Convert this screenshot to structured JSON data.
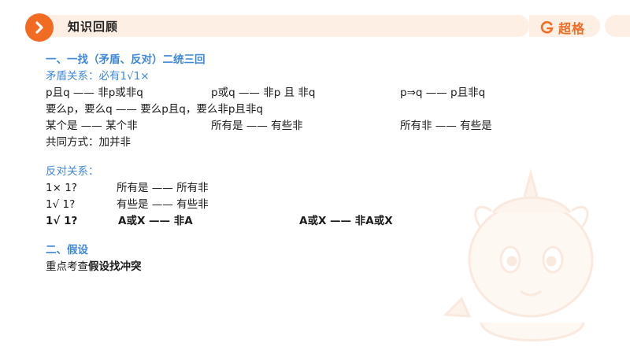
{
  "header": {
    "title": "知识回顾",
    "brand": "超格"
  },
  "colors": {
    "accent": "#f26b22",
    "heading": "#3f88d9",
    "header_bg": "#fdefe3"
  },
  "section1": {
    "heading": "一、一找（矛盾、反对）二统三回",
    "contradiction_label": "矛盾关系：必有1√1×",
    "rows": [
      [
        "p且q  ——  非p或非q",
        "p或q  ——  非p 且 非q",
        "p⇒q  ——  p且非q"
      ],
      [
        "要么p，要么q  ——  要么p且q，要么非p且非q"
      ],
      [
        "某个是  ——  某个非",
        "所有是  ——  有些非",
        "所有非  ——  有些是"
      ],
      [
        "共同方式：加并非"
      ]
    ],
    "contrary_label": "反对关系：",
    "contrary_rows": [
      [
        "1× 1?",
        "所有是   ——   所有非"
      ],
      [
        "1√ 1?",
        "有些是   ——   有些非"
      ],
      [
        "1√ 1?",
        "A或X   ——   非A",
        "A或X   ——   非A或X"
      ]
    ]
  },
  "section2": {
    "heading": "二、假设",
    "line_prefix": "重点考查",
    "line_emphasis": "假设找冲突"
  }
}
